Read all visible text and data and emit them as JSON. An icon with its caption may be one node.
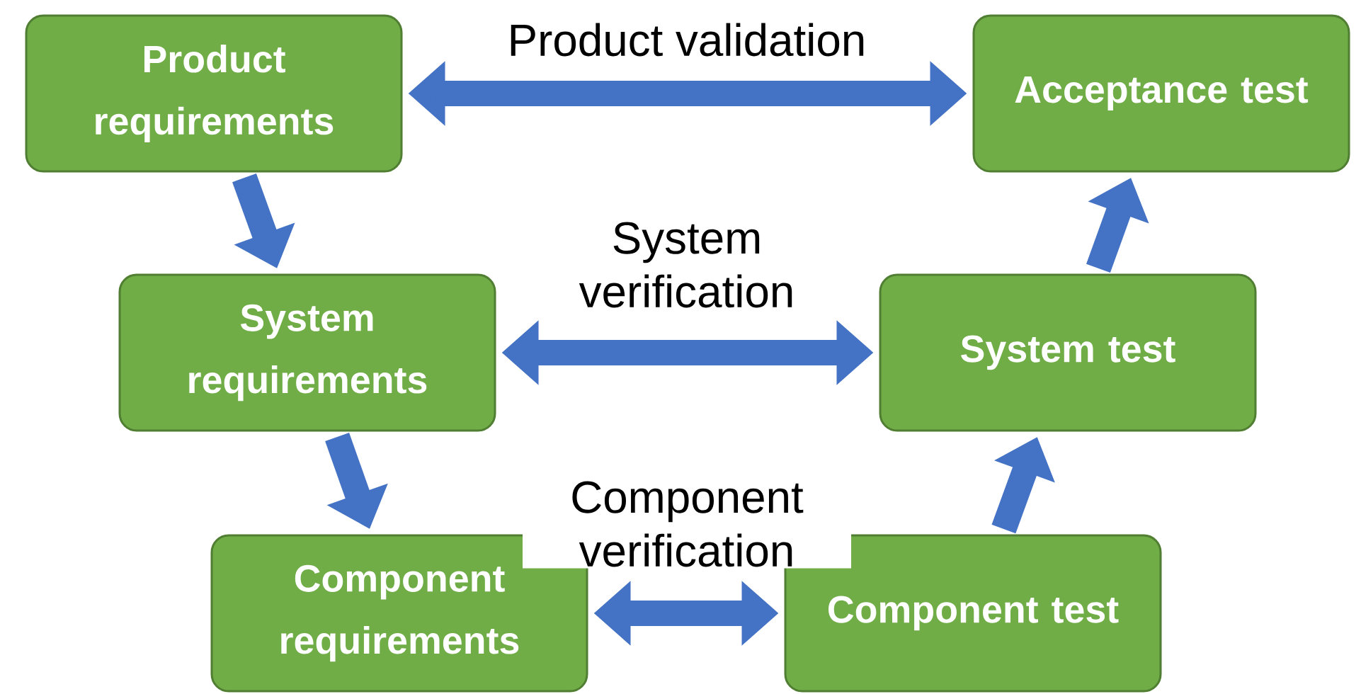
{
  "diagram": {
    "nodes": [
      {
        "text": [
          "Product requirements"
        ]
      },
      {
        "text": [
          "Acceptance test"
        ]
      },
      {
        "text": [
          "System requirements"
        ]
      },
      {
        "text": [
          "System test"
        ]
      },
      {
        "text": [
          "Component requirements"
        ]
      },
      {
        "text": [
          "Component test"
        ]
      }
    ],
    "edges": [
      {
        "from": 0,
        "to": 2,
        "arrow": "to"
      },
      {
        "from": 2,
        "to": 4,
        "arrow": "to"
      },
      {
        "from": 5,
        "to": 3,
        "arrow": "to"
      },
      {
        "from": 3,
        "to": 1,
        "arrow": "to"
      },
      {
        "from": 0,
        "to": 1,
        "arrow": "both",
        "label": "Product validation"
      },
      {
        "from": 2,
        "to": 3,
        "arrow": "both",
        "label": "System verification"
      },
      {
        "from": 4,
        "to": 5,
        "arrow": "both",
        "label": "Component verification"
      }
    ]
  }
}
